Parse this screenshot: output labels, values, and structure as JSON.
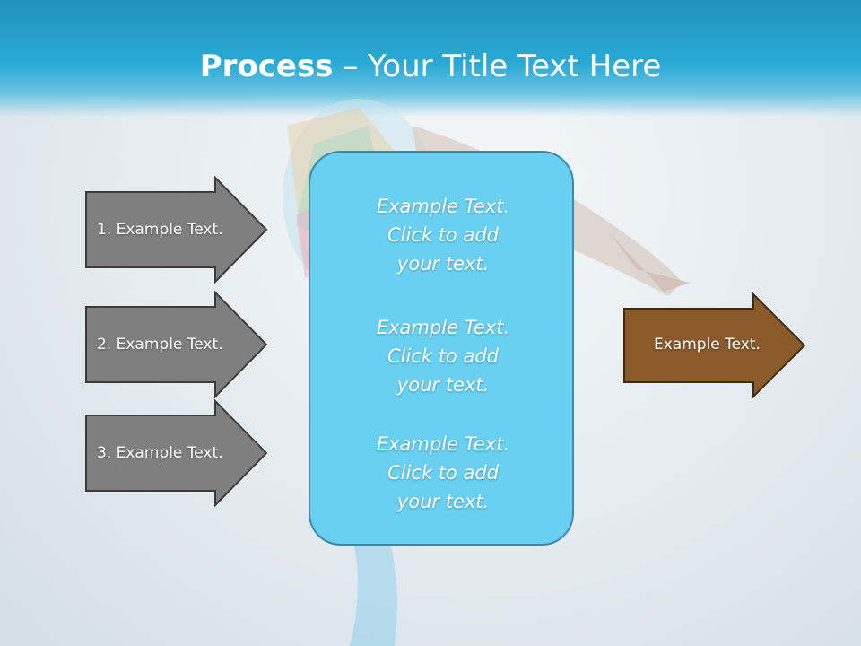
{
  "title": {
    "bold": "Process",
    "rest": " – Your Title Text Here"
  },
  "inputs": [
    {
      "label": "1. Example Text."
    },
    {
      "label": "2. Example Text."
    },
    {
      "label": "3. Example Text."
    }
  ],
  "center_box": {
    "paragraphs": [
      "Example Text.\nClick  to add\nyour text.",
      "Example Text.\nClick  to add\nyour text.",
      "Example Text.\nClick  to add\nyour text."
    ]
  },
  "output": {
    "label": "Example Text."
  },
  "colors": {
    "header": "#2aa9d6",
    "input_arrow": "#7f7f7f",
    "center_box": "#69d0f1",
    "output_arrow": "#8b5a2b"
  }
}
